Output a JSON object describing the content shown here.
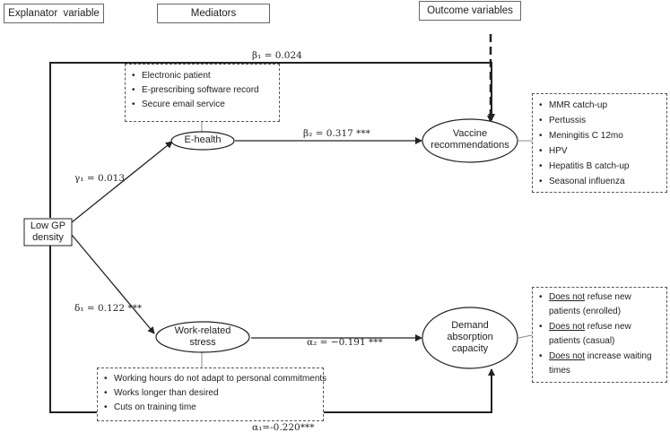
{
  "headers": {
    "explanatory": "Explanator  variable",
    "mediators": "Mediators",
    "outcomes": "Outcome variables"
  },
  "nodes": {
    "low_gp_density": "Low GP density",
    "ehealth": "E-health",
    "work_stress": "Work-related stress",
    "vaccine": "Vaccine recommendations",
    "demand": "Demand absorption capacity"
  },
  "ehealth_items": [
    "Electronic patient",
    "E-prescribing software record",
    "Secure email service"
  ],
  "stress_items": [
    "Working hours do not adapt to personal commitments",
    "Works longer than desired",
    "Cuts on training time"
  ],
  "vaccine_items": [
    "MMR catch-up",
    "Pertussis",
    "Meningitis C 12mo",
    "HPV",
    "Hepatitis B catch-up",
    "Seasonal influenza"
  ],
  "demand_items": [
    {
      "underlined": "Does not",
      "rest": " refuse new patients (enrolled)"
    },
    {
      "underlined": "Does not",
      "rest": " refuse new patients (casual)"
    },
    {
      "underlined": "Does not",
      "rest": " increase waiting times"
    }
  ],
  "coefficients": {
    "beta1": "β₁ = 0.024",
    "beta2": "β₂ = 0.317 ***",
    "gamma1": "γ₁ = 0.013",
    "delta1": "δ₁ = 0.122 ***",
    "alpha2": "α₂ = −0.191 ***",
    "alpha1": "α₁=-0.220***"
  }
}
